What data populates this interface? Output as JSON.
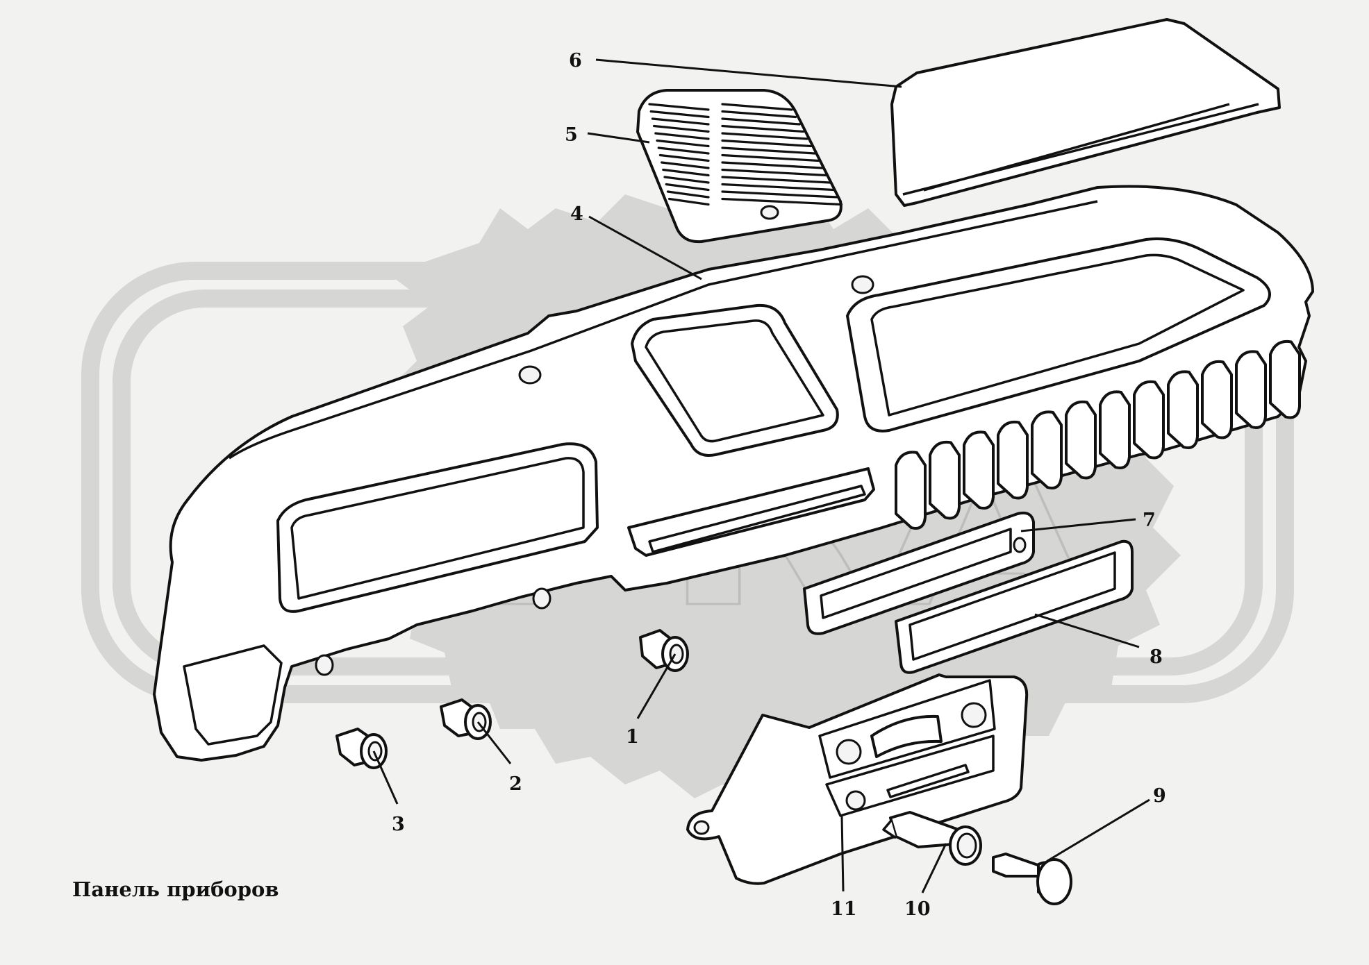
{
  "diagram": {
    "caption": "Панель приборов",
    "watermark_text": "OPRA",
    "callouts": [
      "1",
      "2",
      "3",
      "4",
      "5",
      "6",
      "7",
      "8",
      "9",
      "10",
      "11"
    ]
  },
  "colors": {
    "background": "#f2f2f0",
    "line": "#111111",
    "part_fill": "#ffffff",
    "watermark": "#d6d6d4"
  }
}
